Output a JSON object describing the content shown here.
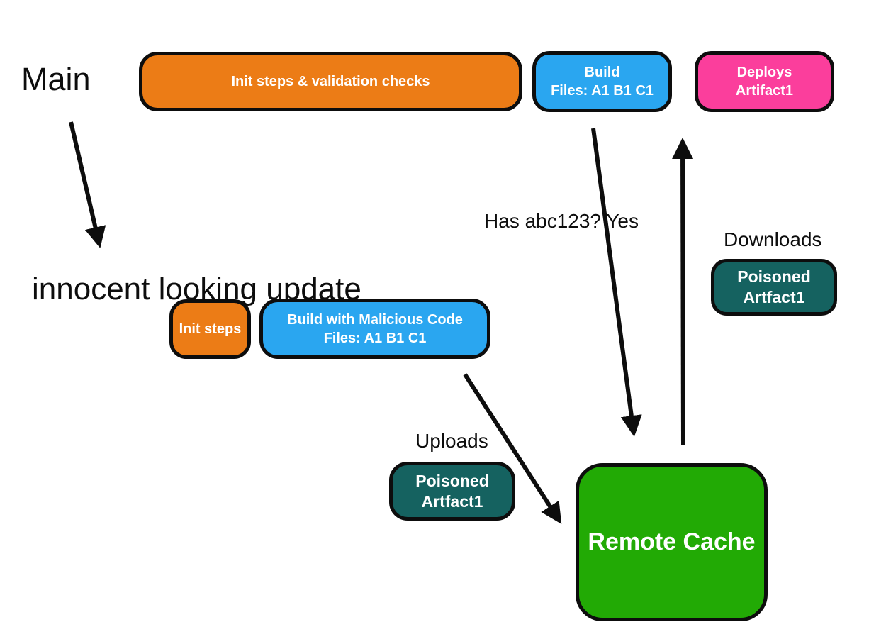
{
  "colors": {
    "orange": "#ec7c16",
    "blue": "#2aa6f0",
    "pink": "#fb3e9c",
    "teal": "#156260",
    "green": "#22aa05",
    "ink": "#0d0d0d",
    "bg": "#ffffff"
  },
  "labels": {
    "main": "Main",
    "innocent_line1": "innocent",
    "innocent_line2": "looking",
    "innocent_line3": "update",
    "has_abc_line1": "Has abc123?",
    "has_abc_line2": "Yes",
    "downloads": "Downloads",
    "uploads": "Uploads"
  },
  "nodes": {
    "init_validation": {
      "label": "Init steps & validation checks"
    },
    "build": {
      "line1": "Build",
      "line2": "Files: A1 B1 C1"
    },
    "deploys": {
      "line1": "Deploys",
      "line2": "Artifact1"
    },
    "init_steps": {
      "label": "Init steps"
    },
    "build_malicious": {
      "line1": "Build with Malicious Code",
      "line2": "Files: A1 B1 C1"
    },
    "poisoned_download": {
      "line1": "Poisoned",
      "line2": "Artfact1"
    },
    "poisoned_upload": {
      "line1": "Poisoned",
      "line2": "Artfact1"
    },
    "remote_cache": {
      "label": "Remote Cache"
    }
  }
}
